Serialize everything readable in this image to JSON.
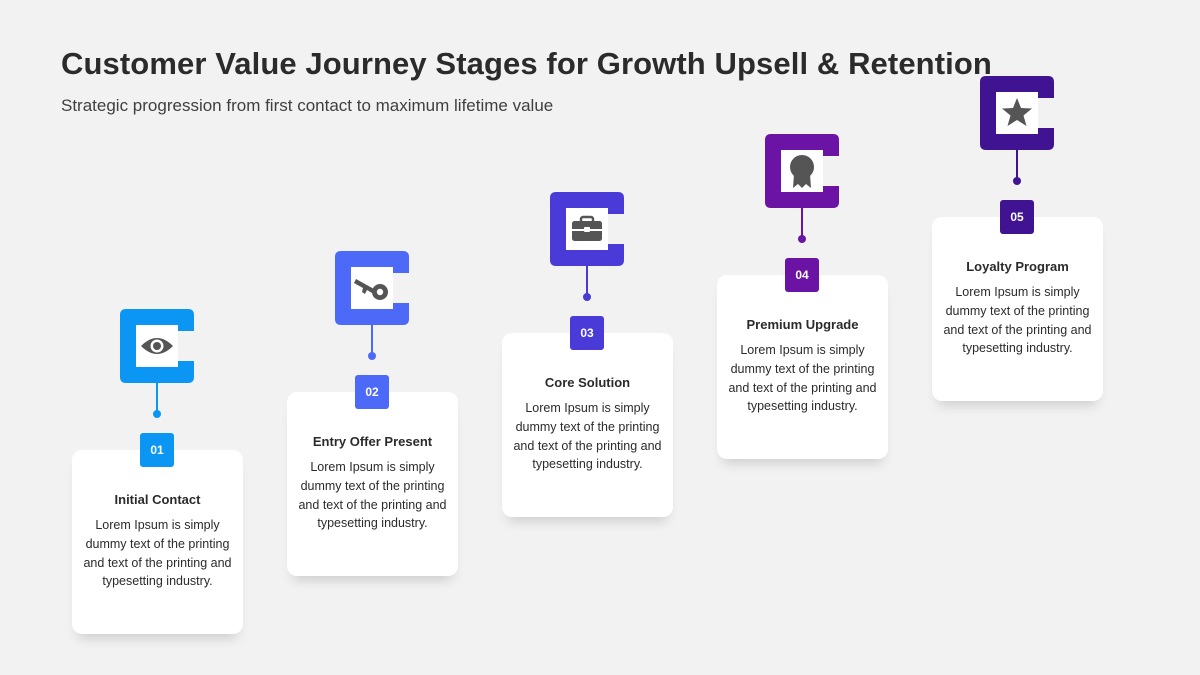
{
  "header": {
    "title": "Customer Value Journey Stages for Growth Upsell & Retention",
    "subtitle": "Strategic progression  from first contact to maximum lifetime value"
  },
  "stages": [
    {
      "number": "01",
      "title": "Initial Contact",
      "text": "Lorem Ipsum is simply dummy text of the printing and text of the printing and typesetting industry.",
      "color": "#0a96f2",
      "icon": "eye-icon"
    },
    {
      "number": "02",
      "title": "Entry Offer Present",
      "text": "Lorem Ipsum is simply dummy text of the printing and text of the printing and typesetting industry.",
      "color": "#4d69f8",
      "icon": "key-icon"
    },
    {
      "number": "03",
      "title": "Core Solution",
      "text": "Lorem Ipsum is simply dummy text of the printing and text of the printing and typesetting industry.",
      "color": "#4a3ad8",
      "icon": "briefcase-icon"
    },
    {
      "number": "04",
      "title": "Premium Upgrade",
      "text": "Lorem Ipsum is simply dummy text of the printing and text of the printing and typesetting industry.",
      "color": "#6a13a4",
      "icon": "award-icon"
    },
    {
      "number": "05",
      "title": "Loyalty Program",
      "text": "Lorem Ipsum is simply dummy text of the printing and text of the printing and typesetting industry.",
      "color": "#3f1392",
      "icon": "star-icon"
    }
  ]
}
